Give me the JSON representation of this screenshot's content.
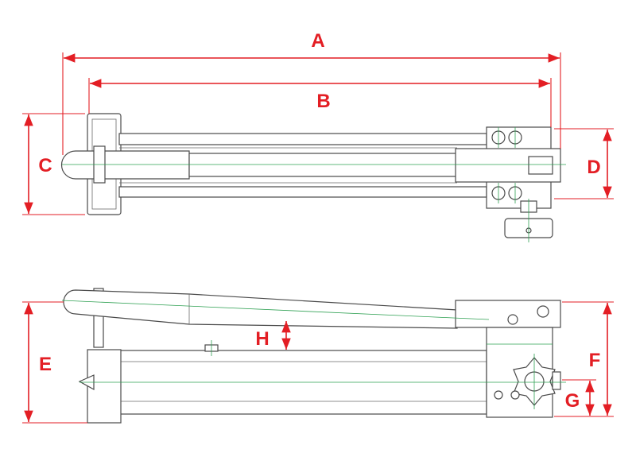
{
  "labels": {
    "A": "A",
    "B": "B",
    "C": "C",
    "D": "D",
    "E": "E",
    "F": "F",
    "G": "G",
    "H": "H"
  },
  "colors": {
    "dimension": "#e31e24",
    "centerline": "#2ea052",
    "outline": "#4a4a4a"
  }
}
